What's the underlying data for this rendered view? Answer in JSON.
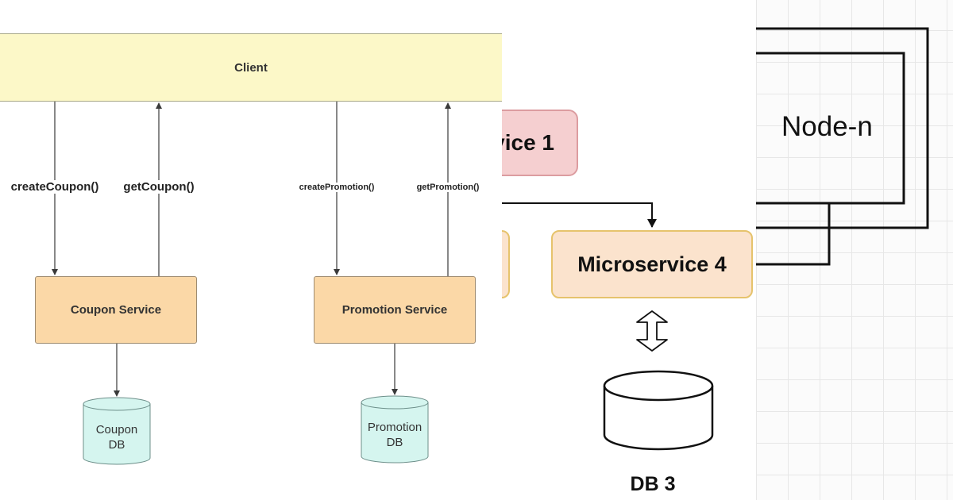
{
  "panel_a": {
    "client": "Client",
    "coupon_service": "Coupon Service",
    "promotion_service": "Promotion Service",
    "coupon_db": [
      "Coupon",
      "DB"
    ],
    "promotion_db": [
      "Promotion",
      "DB"
    ],
    "edges": {
      "create_coupon": "createCoupon()",
      "get_coupon": "getCoupon()",
      "create_promotion": "createPromotion()",
      "get_promotion": "getPromotion()"
    },
    "colors": {
      "client_fill": "#fcf8c8",
      "service_fill": "#fbd8a7",
      "db_fill": "#d5f5ef"
    }
  },
  "panel_b": {
    "microservice_1": "vice 1",
    "microservice_4": "Microservice 4",
    "db3": "DB 3",
    "colors": {
      "microservice_1_fill": "#f5cfd0",
      "microservice_4_fill": "#fbe3cd"
    }
  },
  "panel_c": {
    "node": "Node-n"
  }
}
